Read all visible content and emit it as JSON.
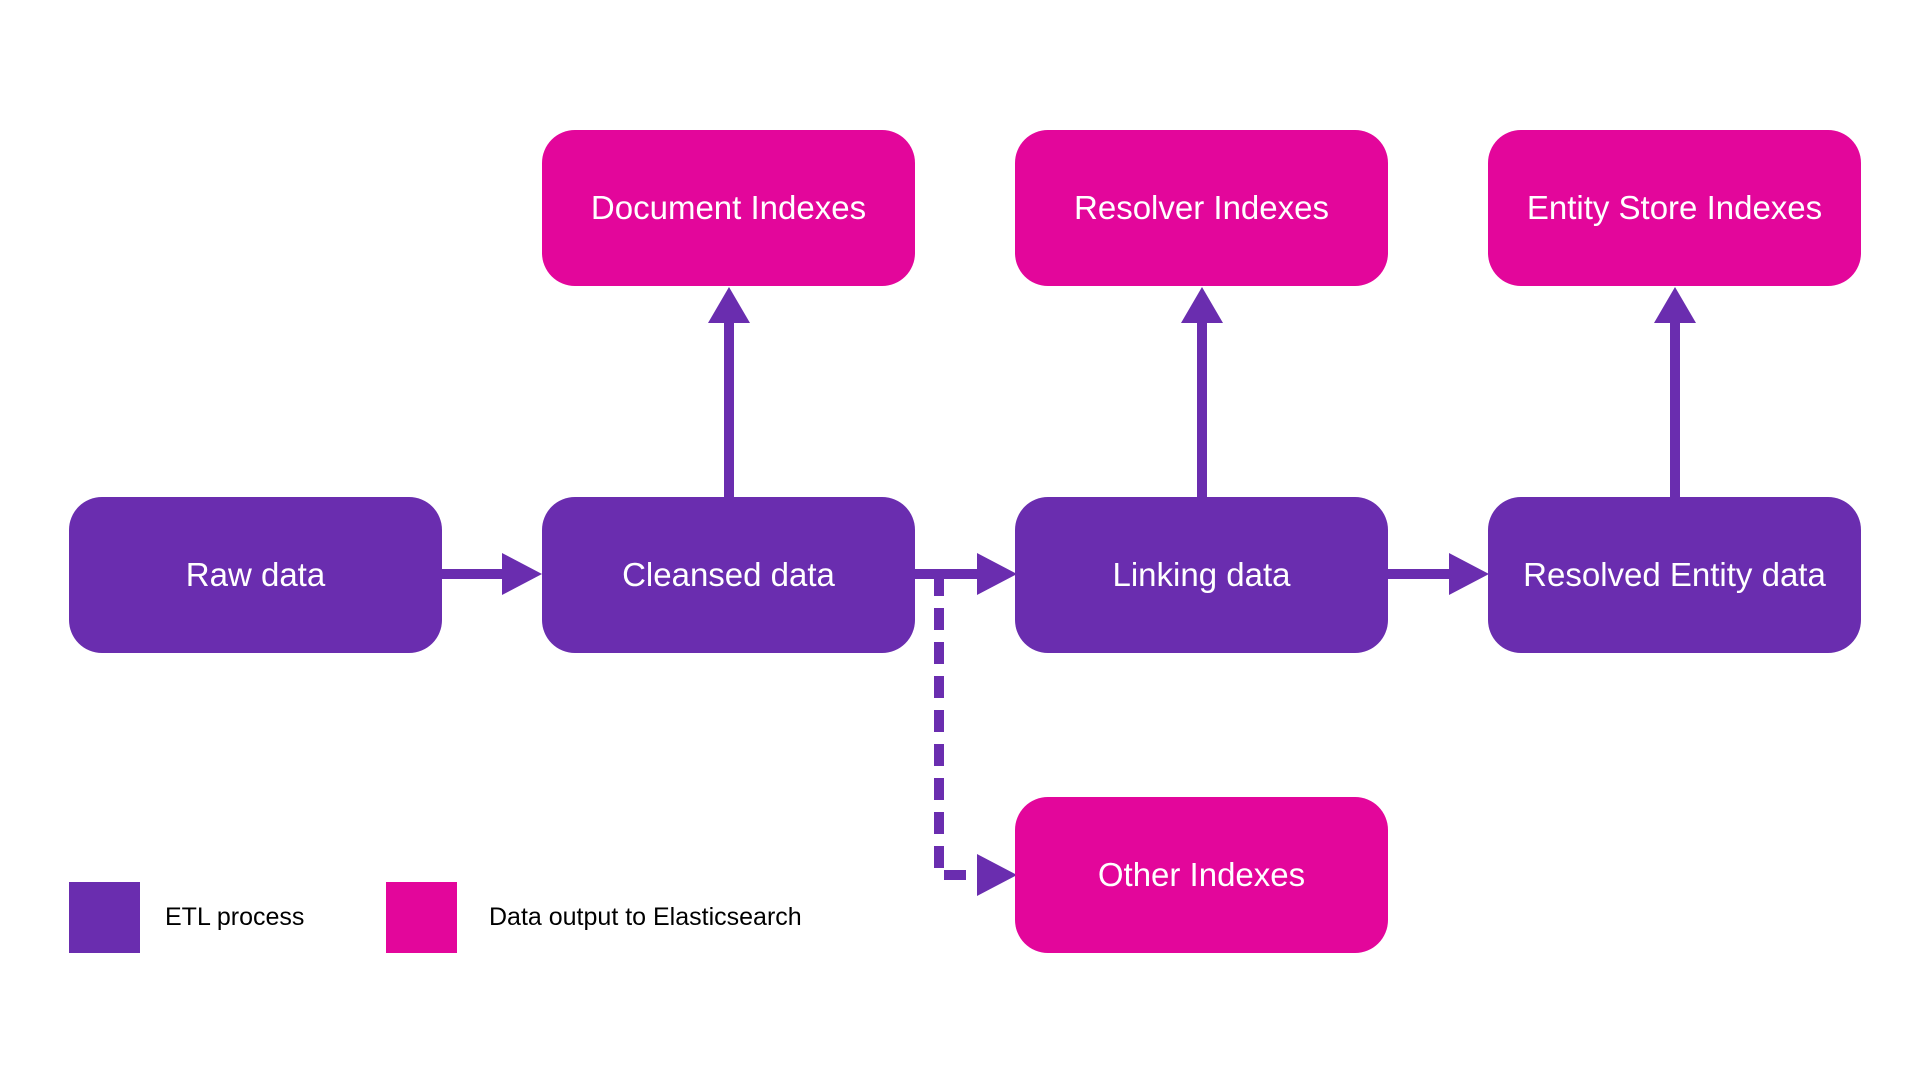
{
  "colors": {
    "process": "#6a2daf",
    "output": "#e3069b",
    "connector": "#6a2daf",
    "background": "#ffffff"
  },
  "nodes": {
    "raw_data": {
      "label": "Raw data",
      "kind": "process"
    },
    "cleansed_data": {
      "label": "Cleansed data",
      "kind": "process"
    },
    "linking_data": {
      "label": "Linking data",
      "kind": "process"
    },
    "resolved_entity_data": {
      "label": "Resolved Entity data",
      "kind": "process"
    },
    "document_indexes": {
      "label": "Document Indexes",
      "kind": "output"
    },
    "resolver_indexes": {
      "label": "Resolver Indexes",
      "kind": "output"
    },
    "entity_store_indexes": {
      "label": "Entity Store Indexes",
      "kind": "output"
    },
    "other_indexes": {
      "label": "Other Indexes",
      "kind": "output"
    }
  },
  "edges": [
    {
      "from": "raw_data",
      "to": "cleansed_data",
      "style": "solid"
    },
    {
      "from": "cleansed_data",
      "to": "linking_data",
      "style": "solid"
    },
    {
      "from": "linking_data",
      "to": "resolved_entity_data",
      "style": "solid"
    },
    {
      "from": "cleansed_data",
      "to": "document_indexes",
      "style": "solid"
    },
    {
      "from": "linking_data",
      "to": "resolver_indexes",
      "style": "solid"
    },
    {
      "from": "resolved_entity_data",
      "to": "entity_store_indexes",
      "style": "solid"
    },
    {
      "from": "cleansed_data",
      "to": "other_indexes",
      "style": "dashed"
    }
  ],
  "legend": {
    "items": [
      {
        "label": "ETL process",
        "kind": "process"
      },
      {
        "label": "Data output to Elasticsearch",
        "kind": "output"
      }
    ]
  }
}
